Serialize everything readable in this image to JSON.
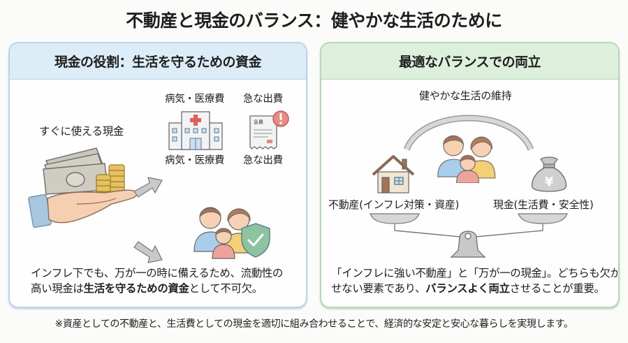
{
  "title": "不動産と現金のバランス：健やかな生活のために",
  "left_panel": {
    "header": "現金の役割：生活を守るための資金",
    "cash_label": "すぐに使える現金",
    "hospital_label_top": "病気・医療費",
    "hospital_label_bottom": "病気・医療費",
    "expense_label_top": "急な出費",
    "expense_label_bottom": "急な出費",
    "receipt_text": "急費",
    "description": {
      "line1": "インフレ下でも、万が一の時に備えるため、流動性の",
      "line2_pre": "高い現金は",
      "line2_bold": "生活を守るための資金",
      "line2_post": "として不可欠。"
    },
    "icons": [
      "cash-stack-icon",
      "coins-icon",
      "open-hand-icon",
      "arrow-icon",
      "hospital-icon",
      "receipt-alert-icon",
      "family-icon",
      "shield-check-icon"
    ]
  },
  "right_panel": {
    "header": "最適なバランスでの両立",
    "arc_label": "健やかな生活の維持",
    "real_estate_label": "不動産(インフレ対策・資産)",
    "cash_label": "現金(生活費・安全性)",
    "yen_symbol": "¥",
    "description": {
      "line1": "「インフレに強い不動産」と「万が一の現金」。どちらも欠か",
      "line2_pre": "せない要素であり、",
      "line2_bold": "バランスよく両立",
      "line2_post": "させることが重要。"
    },
    "icons": [
      "house-icon",
      "money-bag-icon",
      "family-icon",
      "balance-scale-icon",
      "arc"
    ]
  },
  "footer": "※資産としての不動産と、生活費としての現金を適切に組み合わせることで、経済的な安定と安心な暮らしを実現します。",
  "colors": {
    "left_accent": "#dcedf8",
    "left_border": "#b9d4e6",
    "right_accent": "#ddf0dc",
    "right_border": "#b7d7b5",
    "cross_red": "#e0605a",
    "shield_green": "#8cc4a0"
  }
}
